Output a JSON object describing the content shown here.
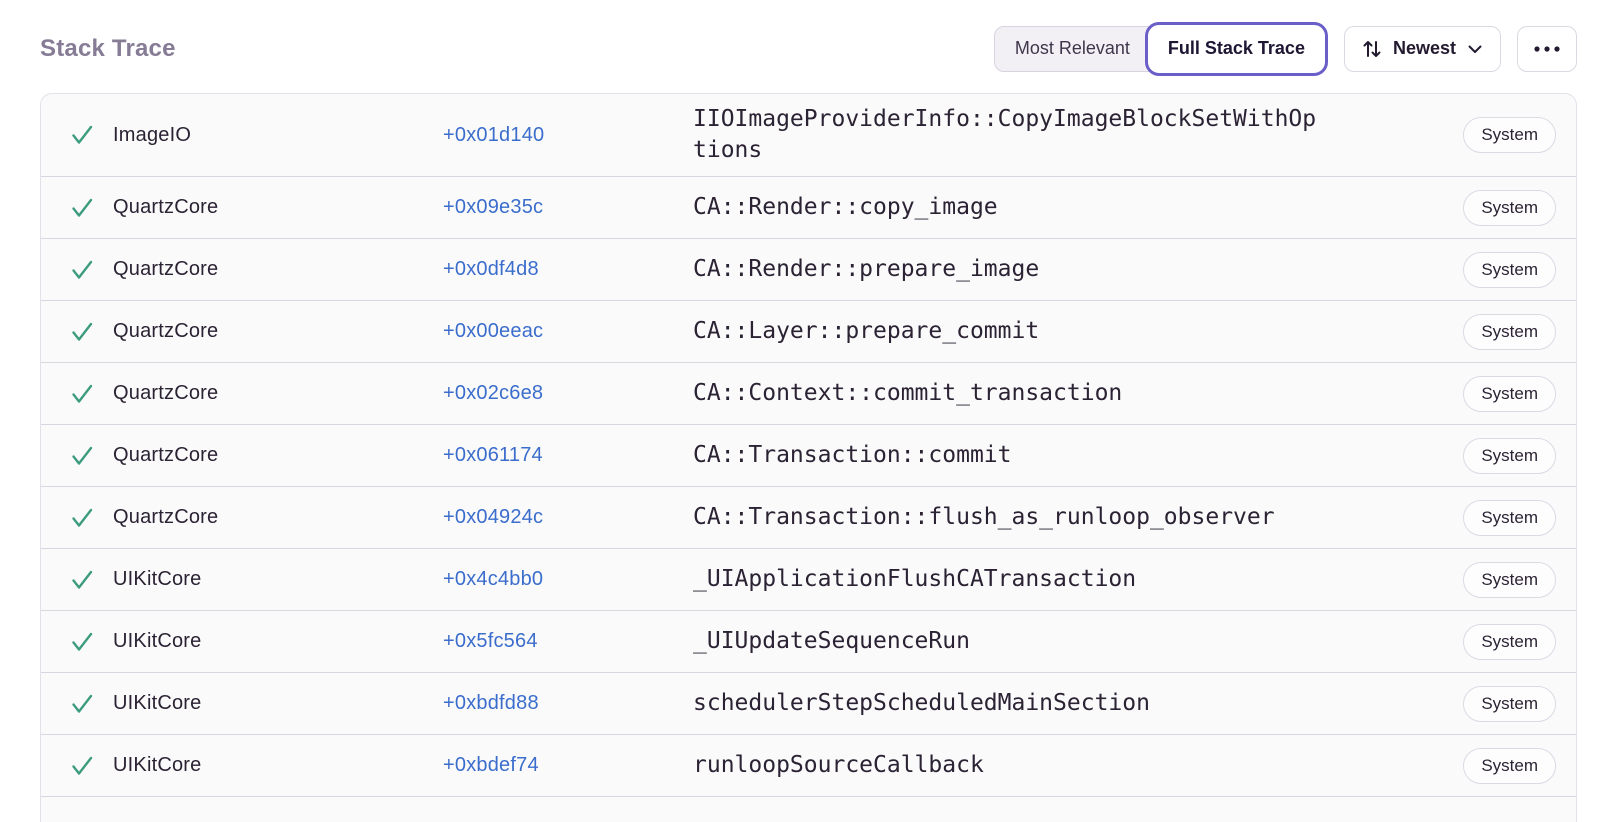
{
  "header": {
    "title": "Stack Trace",
    "view_toggle": [
      {
        "label": "Most Relevant",
        "active": false
      },
      {
        "label": "Full Stack Trace",
        "active": true
      }
    ],
    "sort": {
      "label": "Newest",
      "icon": "arrows-up-down-icon",
      "chevron": "chevron-down-icon"
    },
    "more": {
      "icon": "ellipsis-icon"
    }
  },
  "colors": {
    "accent_purple": "#6a5fc8",
    "link_blue": "#3b6dcc",
    "check_green": "#3d9c7e",
    "title_gray_purple": "#867c95",
    "row_background": "#fafafb",
    "divider": "#dad7e1",
    "text": "#2b2233"
  },
  "icons": {
    "frame_status": "checkmark-icon"
  },
  "frames": [
    {
      "module": "ImageIO",
      "address": "+0x01d140",
      "function": "IIOImageProviderInfo::CopyImageBlockSetWithOptions",
      "tag": "System"
    },
    {
      "module": "QuartzCore",
      "address": "+0x09e35c",
      "function": "CA::Render::copy_image",
      "tag": "System"
    },
    {
      "module": "QuartzCore",
      "address": "+0x0df4d8",
      "function": "CA::Render::prepare_image",
      "tag": "System"
    },
    {
      "module": "QuartzCore",
      "address": "+0x00eeac",
      "function": "CA::Layer::prepare_commit",
      "tag": "System"
    },
    {
      "module": "QuartzCore",
      "address": "+0x02c6e8",
      "function": "CA::Context::commit_transaction",
      "tag": "System"
    },
    {
      "module": "QuartzCore",
      "address": "+0x061174",
      "function": "CA::Transaction::commit",
      "tag": "System"
    },
    {
      "module": "QuartzCore",
      "address": "+0x04924c",
      "function": "CA::Transaction::flush_as_runloop_observer",
      "tag": "System"
    },
    {
      "module": "UIKitCore",
      "address": "+0x4c4bb0",
      "function": "_UIApplicationFlushCATransaction",
      "tag": "System"
    },
    {
      "module": "UIKitCore",
      "address": "+0x5fc564",
      "function": "_UIUpdateSequenceRun",
      "tag": "System"
    },
    {
      "module": "UIKitCore",
      "address": "+0xbdfd88",
      "function": "schedulerStepScheduledMainSection",
      "tag": "System"
    },
    {
      "module": "UIKitCore",
      "address": "+0xbdef74",
      "function": "runloopSourceCallback",
      "tag": "System"
    }
  ]
}
